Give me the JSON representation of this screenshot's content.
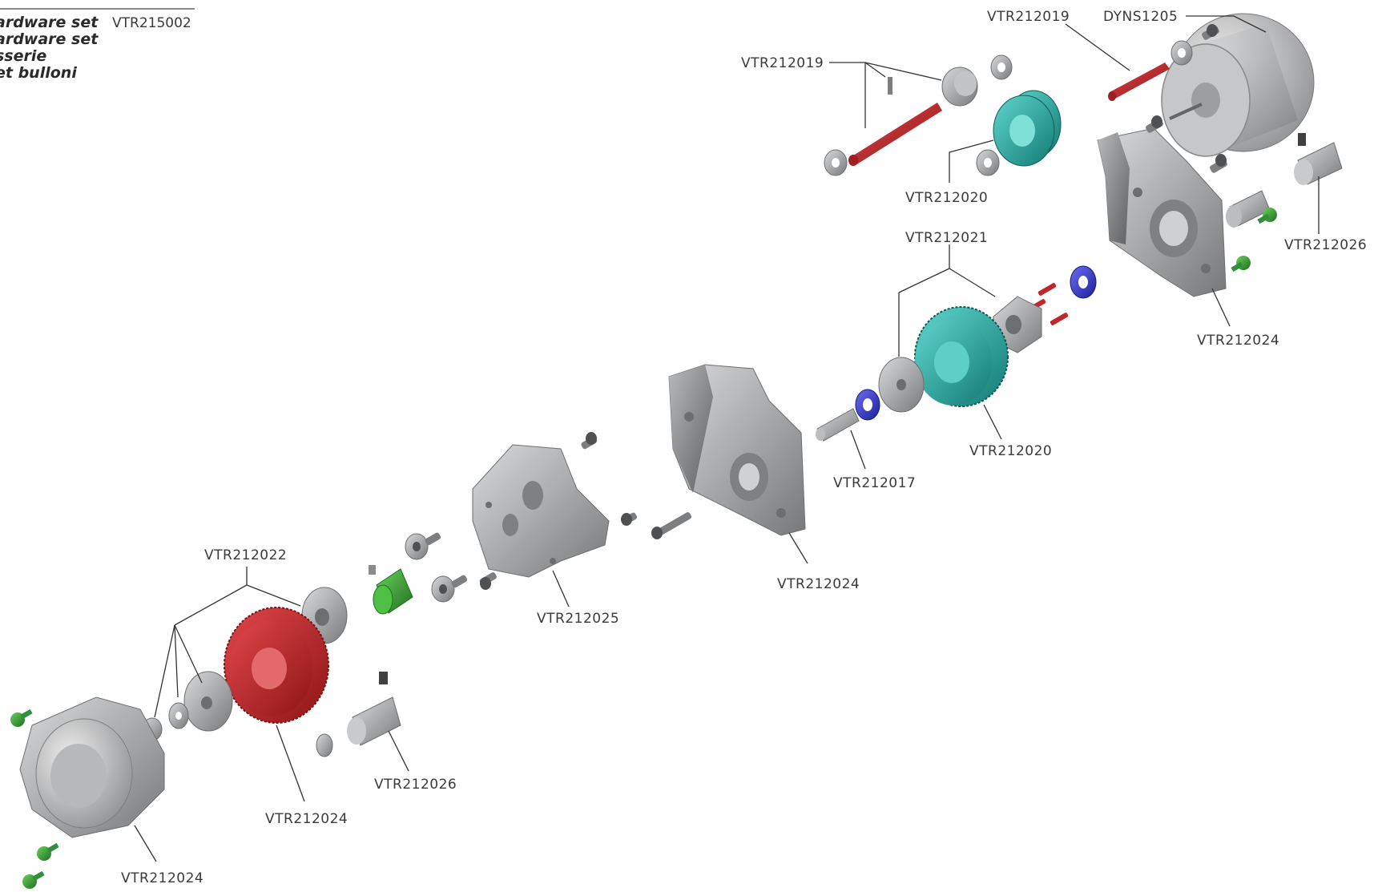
{
  "header": {
    "names": [
      "ardware set",
      "ardware set",
      "sserie",
      "et bulloni"
    ],
    "code": "VTR215002"
  },
  "callouts": [
    "VTR212019",
    "DYNS1205",
    "VTR212019",
    "VTR212020",
    "VTR212021",
    "VTR212026",
    "VTR212024",
    "VTR212020",
    "VTR212017",
    "VTR212024",
    "VTR212022",
    "VTR212025",
    "VTR212026",
    "VTR212024",
    "VTR212024"
  ],
  "colors": {
    "metal": "#a9aaac",
    "red_gear": "#c0262a",
    "teal_gear": "#1fa5a0",
    "blue_bearing": "#3a3ed0",
    "green_screw": "#2f8f3a",
    "green_pinion": "#37b12f"
  }
}
